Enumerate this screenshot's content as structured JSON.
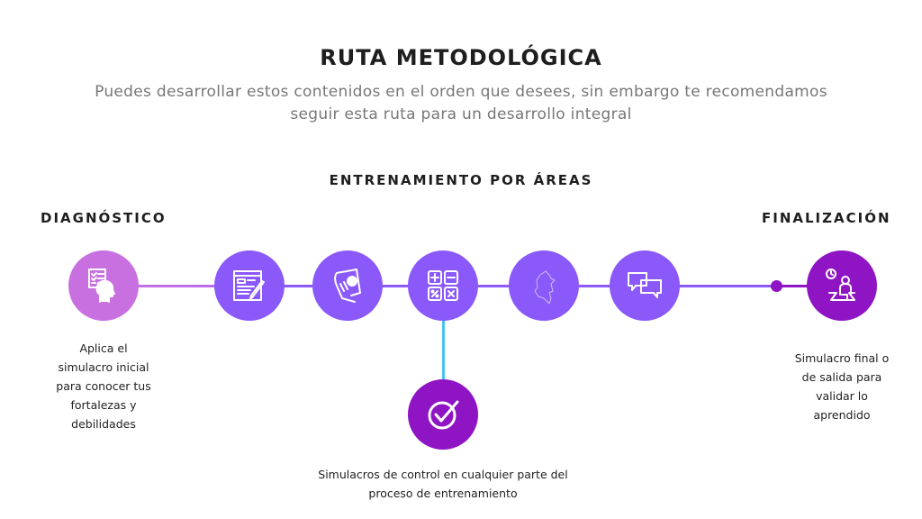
{
  "header": {
    "title": "RUTA METODOLÓGICA",
    "subtitle_line1": "Puedes desarrollar estos contenidos en el orden que desees, sin embargo te recomendamos",
    "subtitle_line2": "seguir esta ruta para un desarrollo integral"
  },
  "sections": {
    "training": "ENTRENAMIENTO POR ÁREAS",
    "diagnostic": "DIAGNÓSTICO",
    "final": "FINALIZACIÓN"
  },
  "steps": {
    "diagnostic": {
      "icon": "checklist-head-icon",
      "desc": [
        "Aplica el",
        "simulacro inicial",
        "para conocer tus",
        "fortalezas y",
        "debilidades"
      ]
    },
    "areas": [
      {
        "icon": "writing-document-icon"
      },
      {
        "icon": "reading-book-icon"
      },
      {
        "icon": "math-operations-icon"
      },
      {
        "icon": "colombia-map-icon"
      },
      {
        "icon": "chat-bubbles-icon"
      }
    ],
    "control": {
      "icon": "check-icon",
      "desc": [
        "Simulacros de control en cualquier parte del",
        "proceso de entrenamiento"
      ]
    },
    "final": {
      "icon": "timed-exam-icon",
      "desc": [
        "Simulacro final o",
        "de salida para",
        "validar lo",
        "aprendido"
      ]
    }
  },
  "colors": {
    "diagnostic": "#c870e0",
    "areas": "#8b58fa",
    "final": "#8f14c4",
    "branch": "#44c4ee"
  }
}
